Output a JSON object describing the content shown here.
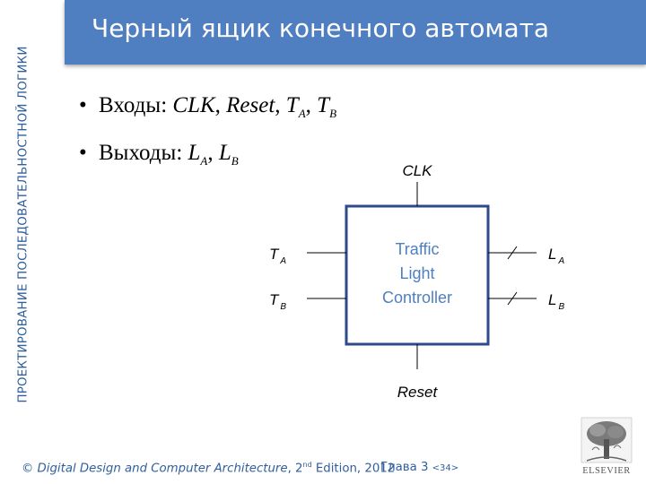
{
  "side_title": "ПРОЕКТИРОВАНИЕ ПОСЛЕДОВАТЕЛЬНОСТНОЙ ЛОГИКИ",
  "title": "Черный ящик конечного автомата",
  "bullets": [
    {
      "label": "Входы:",
      "items": [
        {
          "main": "CLK",
          "sub": "",
          "sep": ", "
        },
        {
          "main": "Reset",
          "sub": "",
          "sep": ", "
        },
        {
          "main": "T",
          "sub": "A",
          "sep": ", "
        },
        {
          "main": "T",
          "sub": "B",
          "sep": ""
        }
      ]
    },
    {
      "label": "Выходы:",
      "items": [
        {
          "main": "L",
          "sub": "A",
          "sep": ", "
        },
        {
          "main": "L",
          "sub": "B",
          "sep": ""
        }
      ]
    }
  ],
  "diagram": {
    "box_lines": [
      "Traffic",
      "Light",
      "Controller"
    ],
    "clk": "CLK",
    "reset": "Reset",
    "inputs": [
      {
        "main": "T",
        "sub": "A"
      },
      {
        "main": "T",
        "sub": "B"
      }
    ],
    "outputs": [
      {
        "main": "L",
        "sub": "A"
      },
      {
        "main": "L",
        "sub": "B"
      }
    ],
    "box_text_color": "#4f7fc0",
    "box_border_color": "#2e4a8a"
  },
  "footer": {
    "copyright": "©",
    "book": "Digital Design and Computer Architecture",
    "edition_num": "2",
    "edition_sup": "nd",
    "edition_rest": " Edition, 2012"
  },
  "chapter": {
    "label": "Глава 3",
    "page": "<34>"
  },
  "logo": {
    "icon": "elsevier-tree-icon",
    "text": "ELSEVIER"
  }
}
